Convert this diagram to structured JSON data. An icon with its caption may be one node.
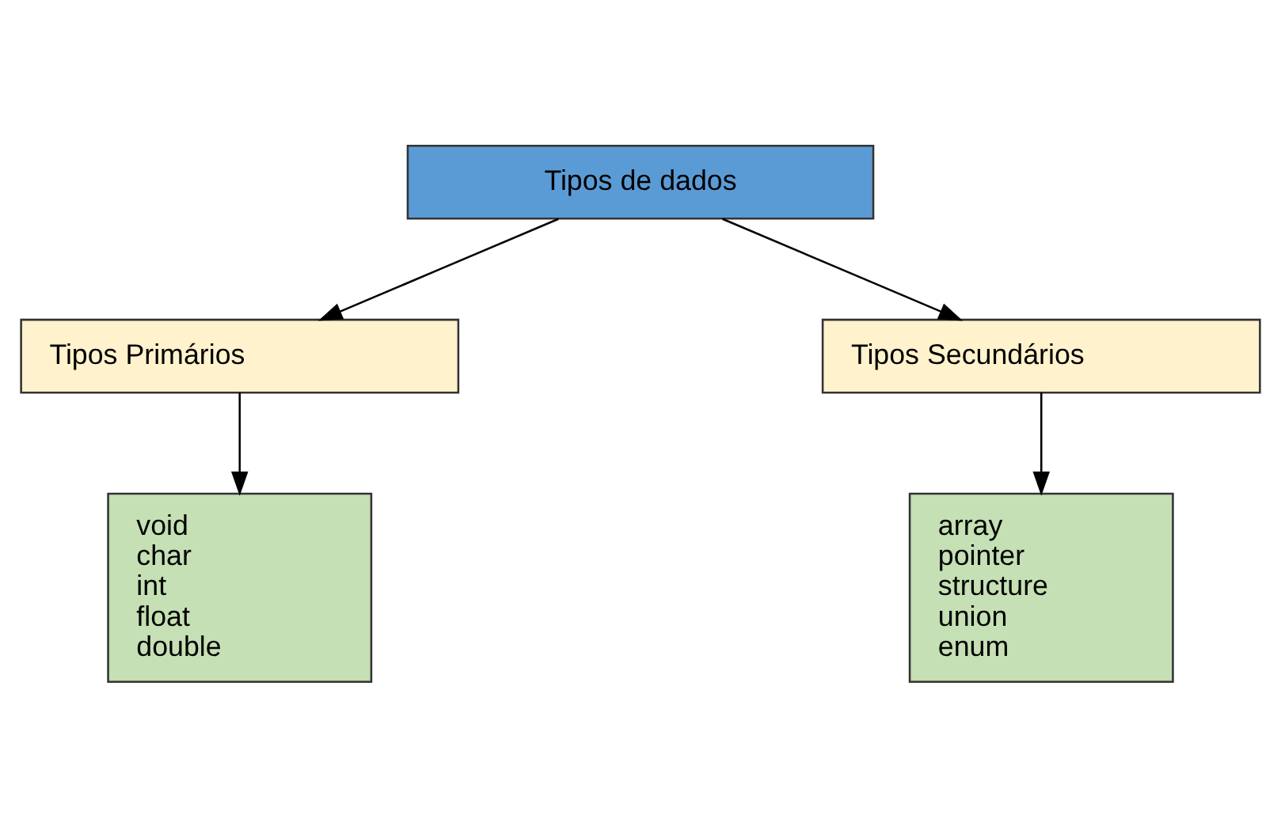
{
  "diagram": {
    "nodes": [
      {
        "text": [
          "Tipos de dados"
        ]
      },
      {
        "text": [
          "Tipos Primários"
        ]
      },
      {
        "text": [
          "Tipos Secundários"
        ]
      },
      {
        "text": [
          "void",
          "char",
          "int",
          "float",
          "double"
        ]
      },
      {
        "text": [
          "array",
          "pointer",
          "structure",
          "union",
          "enum"
        ]
      }
    ],
    "edges": [
      {
        "from": 0,
        "to": 1,
        "arrow": "to"
      },
      {
        "from": 0,
        "to": 2,
        "arrow": "to"
      },
      {
        "from": 1,
        "to": 3,
        "arrow": "to"
      },
      {
        "from": 2,
        "to": 4,
        "arrow": "to"
      }
    ]
  }
}
